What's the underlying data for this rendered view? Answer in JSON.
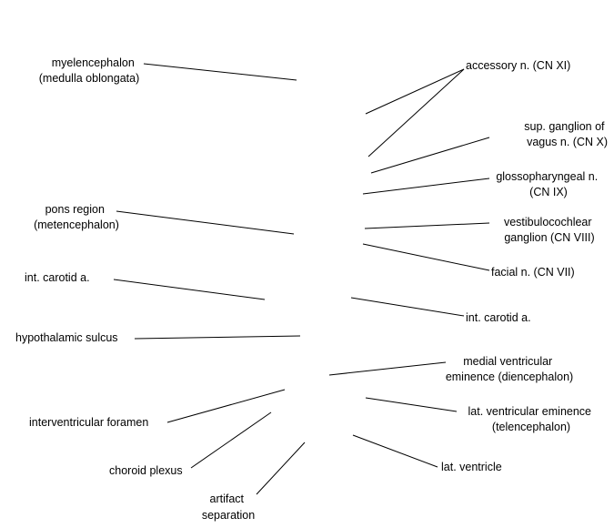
{
  "labels": {
    "myelencephalon": [
      "myelencephalon",
      "(medulla oblongata)"
    ],
    "accessory": [
      "accessory n. (CN XI)"
    ],
    "sup_ganglion": [
      "sup. ganglion of",
      "vagus n. (CN X)"
    ],
    "glossopharyngeal": [
      "glossopharyngeal n.",
      "(CN IX)"
    ],
    "pons": [
      "pons region",
      "(metencephalon)"
    ],
    "vestibulocochlear": [
      "vestibulocochlear",
      "ganglion (CN VIII)"
    ],
    "facial": [
      "facial n. (CN VII)"
    ],
    "int_carotid_left": [
      "int. carotid a."
    ],
    "int_carotid_right": [
      "int. carotid a."
    ],
    "hypothalamic": [
      "hypothalamic sulcus"
    ],
    "medial_ventricular": [
      "medial ventricular",
      "eminence (diencephalon)"
    ],
    "interventricular": [
      "interventricular foramen"
    ],
    "lat_ventricular_eminence": [
      "lat. ventricular eminence",
      "(telencephalon)"
    ],
    "choroid": [
      "choroid plexus"
    ],
    "lat_ventricle": [
      "lat. ventricle"
    ],
    "artifact": [
      "artifact",
      "separation"
    ]
  }
}
